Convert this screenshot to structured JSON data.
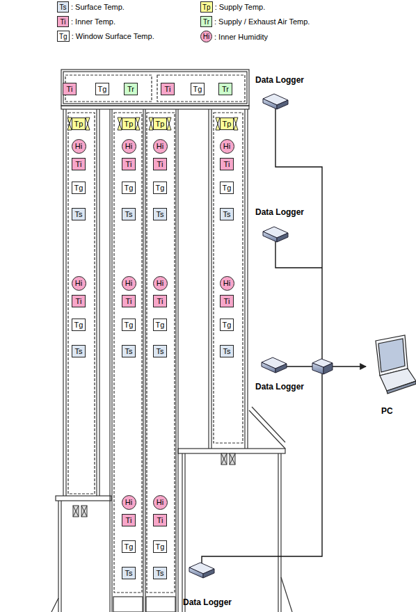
{
  "diagram": {
    "nodes": [
      {
        "text": [
          "Ti"
        ]
      },
      {
        "text": [
          "Tg"
        ]
      },
      {
        "text": [
          "Tr"
        ]
      },
      {
        "text": [
          "Ti"
        ]
      },
      {
        "text": [
          "Tg"
        ]
      },
      {
        "text": [
          "Tr"
        ]
      },
      {
        "text": [
          "Tp"
        ]
      },
      {
        "text": [
          "Tp"
        ]
      },
      {
        "text": [
          "Tp"
        ]
      },
      {
        "text": [
          "Tp"
        ]
      },
      {
        "text": [
          "Hi"
        ]
      },
      {
        "text": [
          "Hi"
        ]
      },
      {
        "text": [
          "Hi"
        ]
      },
      {
        "text": [
          "Hi"
        ]
      },
      {
        "text": [
          "Ti"
        ]
      },
      {
        "text": [
          "Ti"
        ]
      },
      {
        "text": [
          "Ti"
        ]
      },
      {
        "text": [
          "Ti"
        ]
      },
      {
        "text": [
          "Tg"
        ]
      },
      {
        "text": [
          "Tg"
        ]
      },
      {
        "text": [
          "Tg"
        ]
      },
      {
        "text": [
          "Tg"
        ]
      },
      {
        "text": [
          "Ts"
        ]
      },
      {
        "text": [
          "Ts"
        ]
      },
      {
        "text": [
          "Ts"
        ]
      },
      {
        "text": [
          "Ts"
        ]
      },
      {
        "text": [
          "Hi"
        ]
      },
      {
        "text": [
          "Hi"
        ]
      },
      {
        "text": [
          "Hi"
        ]
      },
      {
        "text": [
          "Hi"
        ]
      },
      {
        "text": [
          "Ti"
        ]
      },
      {
        "text": [
          "Ti"
        ]
      },
      {
        "text": [
          "Ti"
        ]
      },
      {
        "text": [
          "Ti"
        ]
      },
      {
        "text": [
          "Tg"
        ]
      },
      {
        "text": [
          "Tg"
        ]
      },
      {
        "text": [
          "Tg"
        ]
      },
      {
        "text": [
          "Tg"
        ]
      },
      {
        "text": [
          "Ts"
        ]
      },
      {
        "text": [
          "Ts"
        ]
      },
      {
        "text": [
          "Ts"
        ]
      },
      {
        "text": [
          "Ts"
        ]
      },
      {
        "text": [
          "Hi"
        ]
      },
      {
        "text": [
          "Hi"
        ]
      },
      {
        "text": [
          "Ti"
        ]
      },
      {
        "text": [
          "Ti"
        ]
      },
      {
        "text": [
          "Tg"
        ]
      },
      {
        "text": [
          "Tg"
        ]
      },
      {
        "text": [
          "Ts"
        ]
      },
      {
        "text": [
          "Ts"
        ]
      }
    ],
    "labels": [
      "Ts",
      "Tp",
      "Ti",
      "Tr",
      "Tg",
      "Hi",
      "Data Logger",
      "Data Logger",
      "Data Logger",
      "PC",
      "Data Logger"
    ],
    "legend": [
      {
        "text": ": Surface Temp.",
        "color": "#dce6f2"
      },
      {
        "text": ": Supply Temp.",
        "color": "#ffff99"
      },
      {
        "text": ": Inner Temp.",
        "color": "#f7a6c9"
      },
      {
        "text": ": Supply / Exhaust Air Temp.",
        "color": "#ccffcc"
      },
      {
        "text": ": Window Surface Temp.",
        "color": "#ffffff"
      },
      {
        "text": ": Inner Humidity",
        "color": "#f7a6c9"
      }
    ]
  }
}
